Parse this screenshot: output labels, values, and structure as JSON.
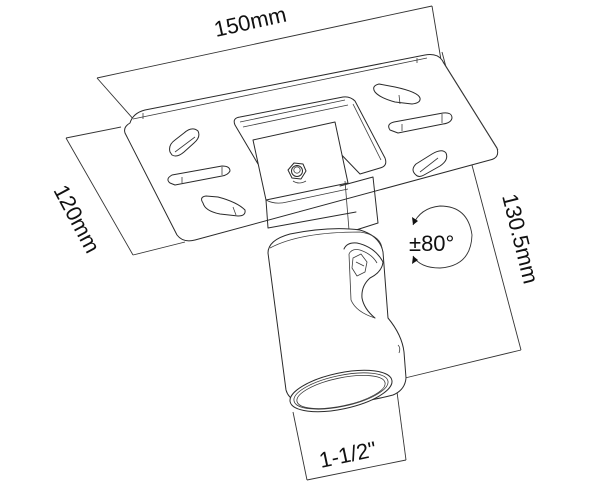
{
  "diagram": {
    "subject": "Ceiling mount bracket",
    "line_color": "#2a2a2a",
    "background": "#ffffff",
    "dimensions": {
      "width": "150mm",
      "depth": "120mm",
      "height": "130.5mm",
      "pipe_diameter": "1-1/2\""
    },
    "rotation": {
      "label": "±80°",
      "icon": "rotation-arrows-icon"
    }
  }
}
